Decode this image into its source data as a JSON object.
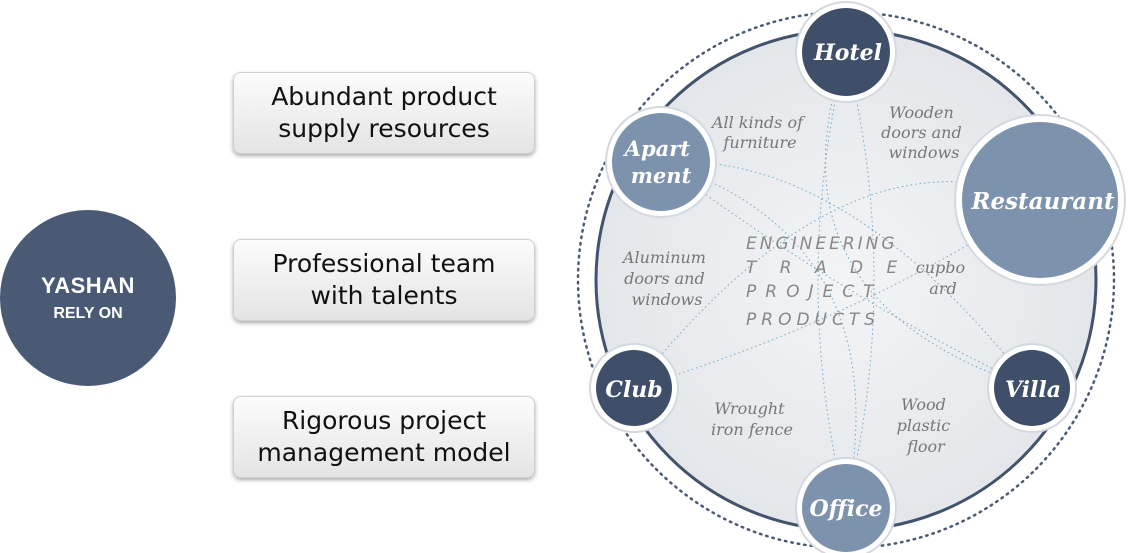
{
  "brand": {
    "line1": "YASHAN",
    "line2": "RELY ON"
  },
  "advantages": [
    {
      "line1": "Abundant product",
      "line2": "supply resources"
    },
    {
      "line1": "Professional team",
      "line2": "with talents"
    },
    {
      "line1": "Rigorous project",
      "line2": "management model"
    }
  ],
  "wheel": {
    "center": [
      "ENGINEERING",
      "T R A D E",
      "PROJECT",
      "PRODUCTS"
    ],
    "nodes": {
      "hotel": "Hotel",
      "restaurant": "Restaurant",
      "villa": "Villa",
      "office": "Office",
      "club": "Club",
      "apartment": [
        "Apart",
        "ment"
      ]
    },
    "categories": {
      "furniture": [
        "All kinds of",
        "furniture"
      ],
      "wooden_doors": [
        "Wooden",
        "doors and",
        "windows"
      ],
      "cupboard": [
        "cupbo",
        "ard"
      ],
      "wpc_floor": [
        "Wood",
        "plastic",
        "floor"
      ],
      "iron_fence": [
        "Wrought",
        "iron fence"
      ],
      "aluminum_doors": [
        "Aluminum",
        "doors and",
        "windows"
      ]
    }
  },
  "colors": {
    "dark_node": "#3f4f69",
    "light_node": "#7d92ad",
    "ring": "#44536c",
    "dots": "#4a5a74"
  }
}
